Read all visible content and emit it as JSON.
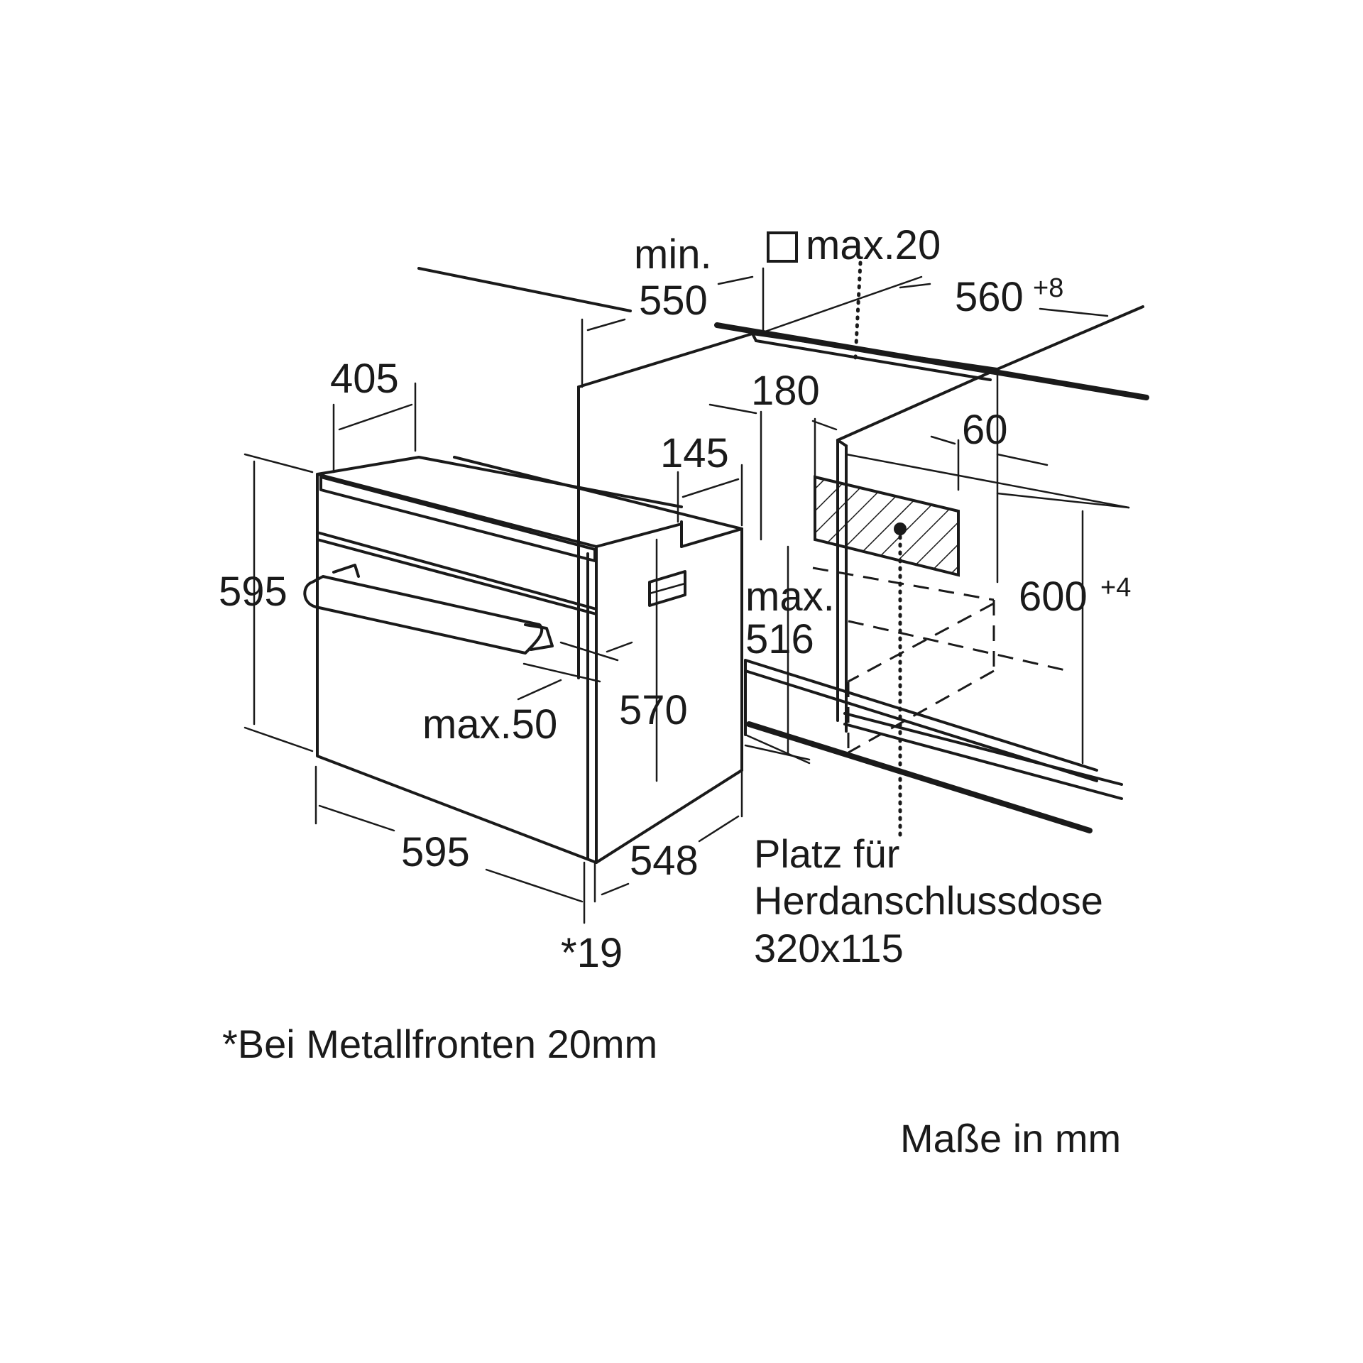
{
  "dimensions": {
    "min_label": "min.",
    "min_value": "550",
    "max20": "max.20",
    "width_560": "560",
    "width_560_tol": "+8",
    "d405": "405",
    "d180": "180",
    "d145": "145",
    "d60": "60",
    "h595_left": "595",
    "max_label": "max.",
    "max_value": "516",
    "h600": "600",
    "h600_tol": "+4",
    "max50": "max.50",
    "h570": "570",
    "w595_bottom": "595",
    "d548": "548",
    "star19": "*19"
  },
  "socket_note": {
    "line1": "Platz für",
    "line2": "Herdanschlussdose",
    "line3": "320x115"
  },
  "footnote": "*Bei Metallfronten 20mm",
  "units_note": "Maße in mm"
}
